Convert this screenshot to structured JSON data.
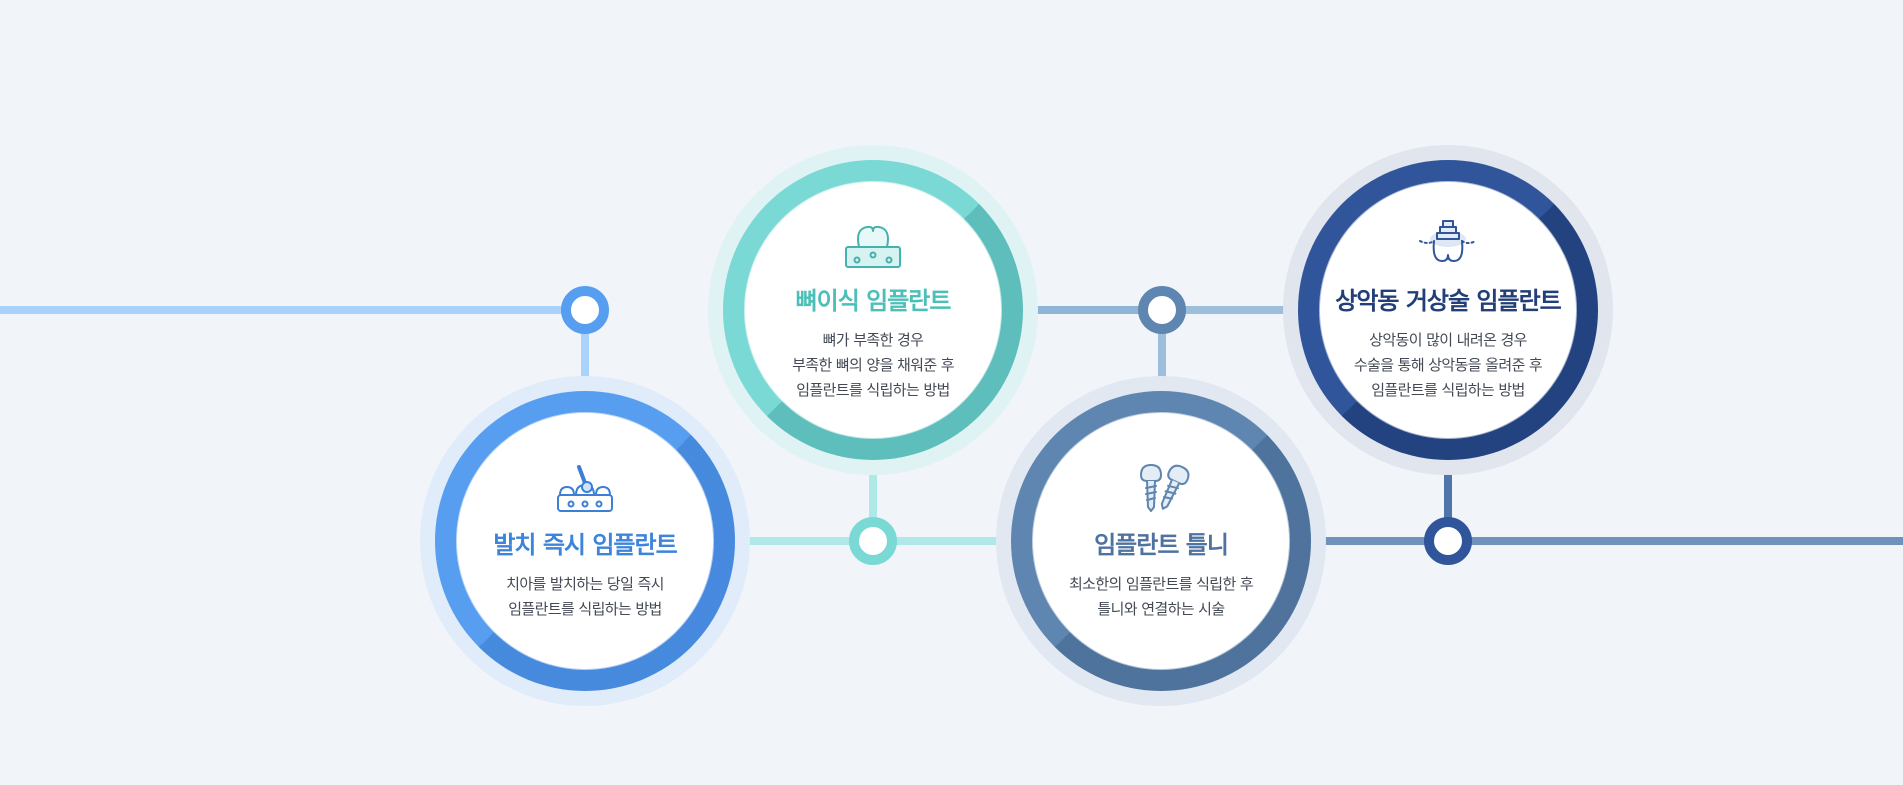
{
  "colors": {
    "background": "#f1f5fa",
    "blue": "#579ef0",
    "teal": "#7ad9d5",
    "slate": "#5f86b0",
    "navy": "#30559a"
  },
  "cards": [
    {
      "id": "extraction",
      "icon": "tooth-extraction-icon",
      "title": "발치 즉시 임플란트",
      "lines": [
        "치아를 발치하는 당일 즉시",
        "임플란트를 식립하는 방법"
      ]
    },
    {
      "id": "bone-graft",
      "icon": "bone-graft-tooth-icon",
      "title": "뼈이식 임플란트",
      "lines": [
        "뼈가 부족한 경우",
        "부족한 뼈의 양을 채워준 후",
        "임플란트를 식립하는 방법"
      ]
    },
    {
      "id": "denture",
      "icon": "implant-screws-icon",
      "title": "임플란트 틀니",
      "lines": [
        "최소한의 임플란트를 식립한 후",
        "틀니와 연결하는 시술"
      ]
    },
    {
      "id": "sinus-lift",
      "icon": "sinus-lift-implant-icon",
      "title": "상악동 거상술 임플란트",
      "lines": [
        "상악동이 많이 내려온 경우",
        "수술을 통해 상악동을 올려준 후",
        "임플란트를 식립하는 방법"
      ]
    }
  ]
}
